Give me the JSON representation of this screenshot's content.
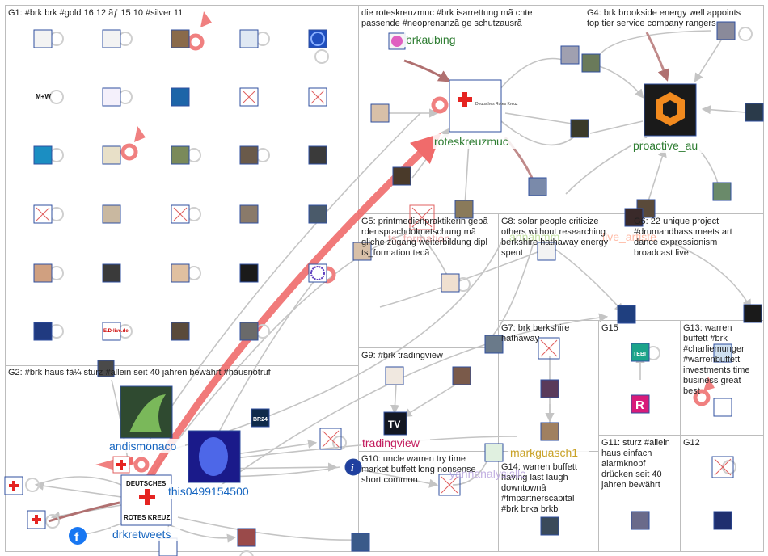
{
  "colors": {
    "border": "#bdbdbd",
    "edge": "#bfbfbf",
    "edge_strong": "#f06b6b",
    "edge_brown": "#b07070",
    "g3_label": "#2e7d32",
    "g4_label": "#2e7d32",
    "g2_label": "#1565c0",
    "g9_label": "#c2185b",
    "g14_label": "#c9a227",
    "g5_faint": "#e57373",
    "g8_faint": "#aed581",
    "g6_faint": "#ffab91"
  },
  "groups": [
    {
      "id": "G1",
      "caption": "G1: #brk brk #gold 16 12 ãƒ 15 10 #silver 11"
    },
    {
      "id": "G2",
      "caption": "G2: #brk haus fã¼ sturz #allein seit 40 jahren bewährt #hausnotruf"
    },
    {
      "id": "G3",
      "caption": "G3: die roteskreuzmuc #brk isarrettung mã chte passende #neoprenanzã ge schutzausrã"
    },
    {
      "id": "G4",
      "caption": "G4: brk brookside energy well appoints top tier service company rangers"
    },
    {
      "id": "G5",
      "caption": "G5: printmedienpraktikerin gebã rdensprachdolmetschung mã gliche zugang weiterbildung dipl ts_formation tecã"
    },
    {
      "id": "G6",
      "caption": "G6: 22 unique project #drumandbass meets art dance expressionism broadcast live"
    },
    {
      "id": "G7",
      "caption": "G7: brk berkshire hathaway"
    },
    {
      "id": "G8",
      "caption": "G8: solar people criticize others without researching berkshire hathaway energy spent"
    },
    {
      "id": "G9",
      "caption": "G9: #brk tradingview"
    },
    {
      "id": "G10",
      "caption": "G10: uncle warren try time market buffett long nonsense short common"
    },
    {
      "id": "G11",
      "caption": "G11: sturz #allein haus einfach alarmknopf drücken seit 40 jahren bewährt"
    },
    {
      "id": "G12",
      "caption": "G12"
    },
    {
      "id": "G13",
      "caption": "G13: warren buffett #brk #charliemunger #warrenbuffett investments time business great best"
    },
    {
      "id": "G14",
      "caption": "G14: warren buffett having last laugh downtownâ #fmpartnerscapital #brk brka brkb"
    },
    {
      "id": "G15",
      "caption": "G15"
    }
  ],
  "labels": {
    "brkaubing": "brkaubing",
    "roteskreuzmuc": "roteskreuzmuc",
    "proactive_au": "proactive_au",
    "andismonaco": "andismonaco",
    "this0499154500": "this0499154500",
    "drkretweets": "drkretweets",
    "tradingview": "tradingview",
    "markguasch1": "markguasch1",
    "yannanalysisllc": "yannanalysisllc",
    "ts_formation": "ts_formation",
    "annahmm": "annahmm",
    "live_artiste": "live_artiste"
  },
  "icons": {
    "drk_logo": "deutsches-rotes-kreuz-logo-icon",
    "facebook": "facebook-icon",
    "tradingview": "tradingview-logo-icon",
    "proactive": "proactive-hexagon-logo-icon",
    "br24": "br24-logo-icon",
    "tebi": "tebi-logo-icon",
    "r": "letter-r-logo-icon",
    "info": "info-icon"
  },
  "logo_text": {
    "drk_top": "DEUTSCHES",
    "drk_bottom": "ROTES KREUZ",
    "drk_small": "Deutsches Rotes Kreuz",
    "br24": "BR24",
    "tebi": "TEBI",
    "r": "R",
    "mw": "M+W",
    "edlive": "E.D-live.de",
    "info": "i"
  }
}
